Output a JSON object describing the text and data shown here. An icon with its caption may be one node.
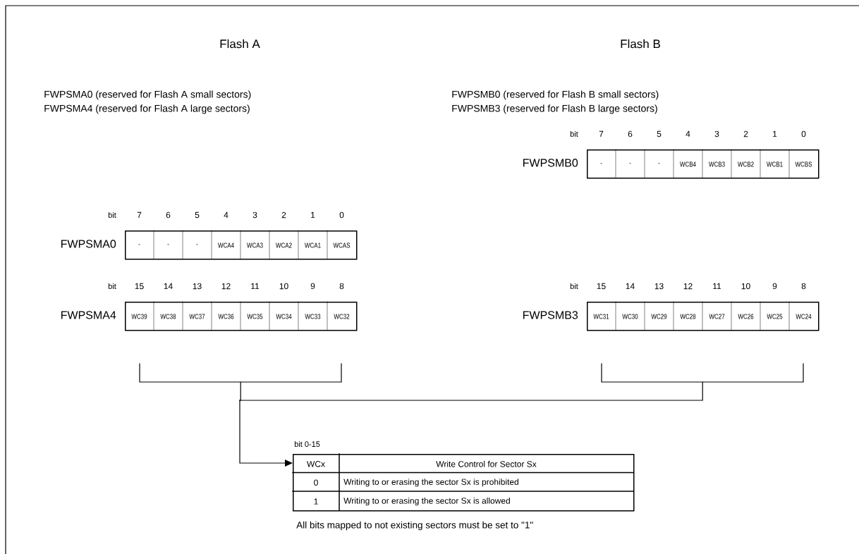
{
  "diagram": {
    "nodes": [
      {
        "text": [
          "-",
          "-",
          "-",
          "WCB4",
          "WCB3",
          "WCB2",
          "WCB1",
          "WCBS"
        ],
        "beside": [
          "FWPSMB0"
        ]
      },
      {
        "text": [
          "-",
          "-",
          "-",
          "WCA4",
          "WCA3",
          "WCA2",
          "WCA1",
          "WCAS"
        ],
        "beside": [
          "FWPSMA0"
        ]
      },
      {
        "text": [
          "WC39",
          "WC38",
          "WC37",
          "WC36",
          "WC35",
          "WC34",
          "WC33",
          "WC32"
        ],
        "beside": [
          "FWPSMA4"
        ]
      },
      {
        "text": [
          "WC31",
          "WC30",
          "WC29",
          "WC28",
          "WC27",
          "WC26",
          "WC25",
          "WC24"
        ],
        "beside": [
          "FWPSMB3"
        ]
      },
      {
        "text": [
          "WCx",
          "Write Control for Sector Sx",
          "0",
          "Writing to or erasing the sector Sx is prohibited",
          "1",
          "Writing to or erasing the sector Sx is allowed"
        ],
        "beside": [
          "bit 0-15"
        ]
      }
    ],
    "edges": [
      {
        "from": 2,
        "to": 4,
        "arrow": "to"
      },
      {
        "from": 3,
        "to": 4,
        "arrow": "to"
      }
    ],
    "labels": [
      "Flash A",
      "Flash B",
      "FWPSMA0 (reserved for Flash A small sectors)",
      "FWPSMB0 (reserved for Flash B small sectors)",
      "FWPSMA4 (reserved for Flash A large sectors)",
      "FWPSMB3 (reserved for Flash B large sectors)",
      "bit",
      "7",
      "6",
      "5",
      "4",
      "3",
      "2",
      "1",
      "0",
      "bit",
      "7",
      "6",
      "5",
      "4",
      "3",
      "2",
      "1",
      "0",
      "bit",
      "15",
      "14",
      "13",
      "12",
      "11",
      "10",
      "9",
      "8",
      "bit",
      "15",
      "14",
      "13",
      "12",
      "11",
      "10",
      "9",
      "8",
      "All bits mapped to not existing sectors must be set to \"1\""
    ]
  }
}
